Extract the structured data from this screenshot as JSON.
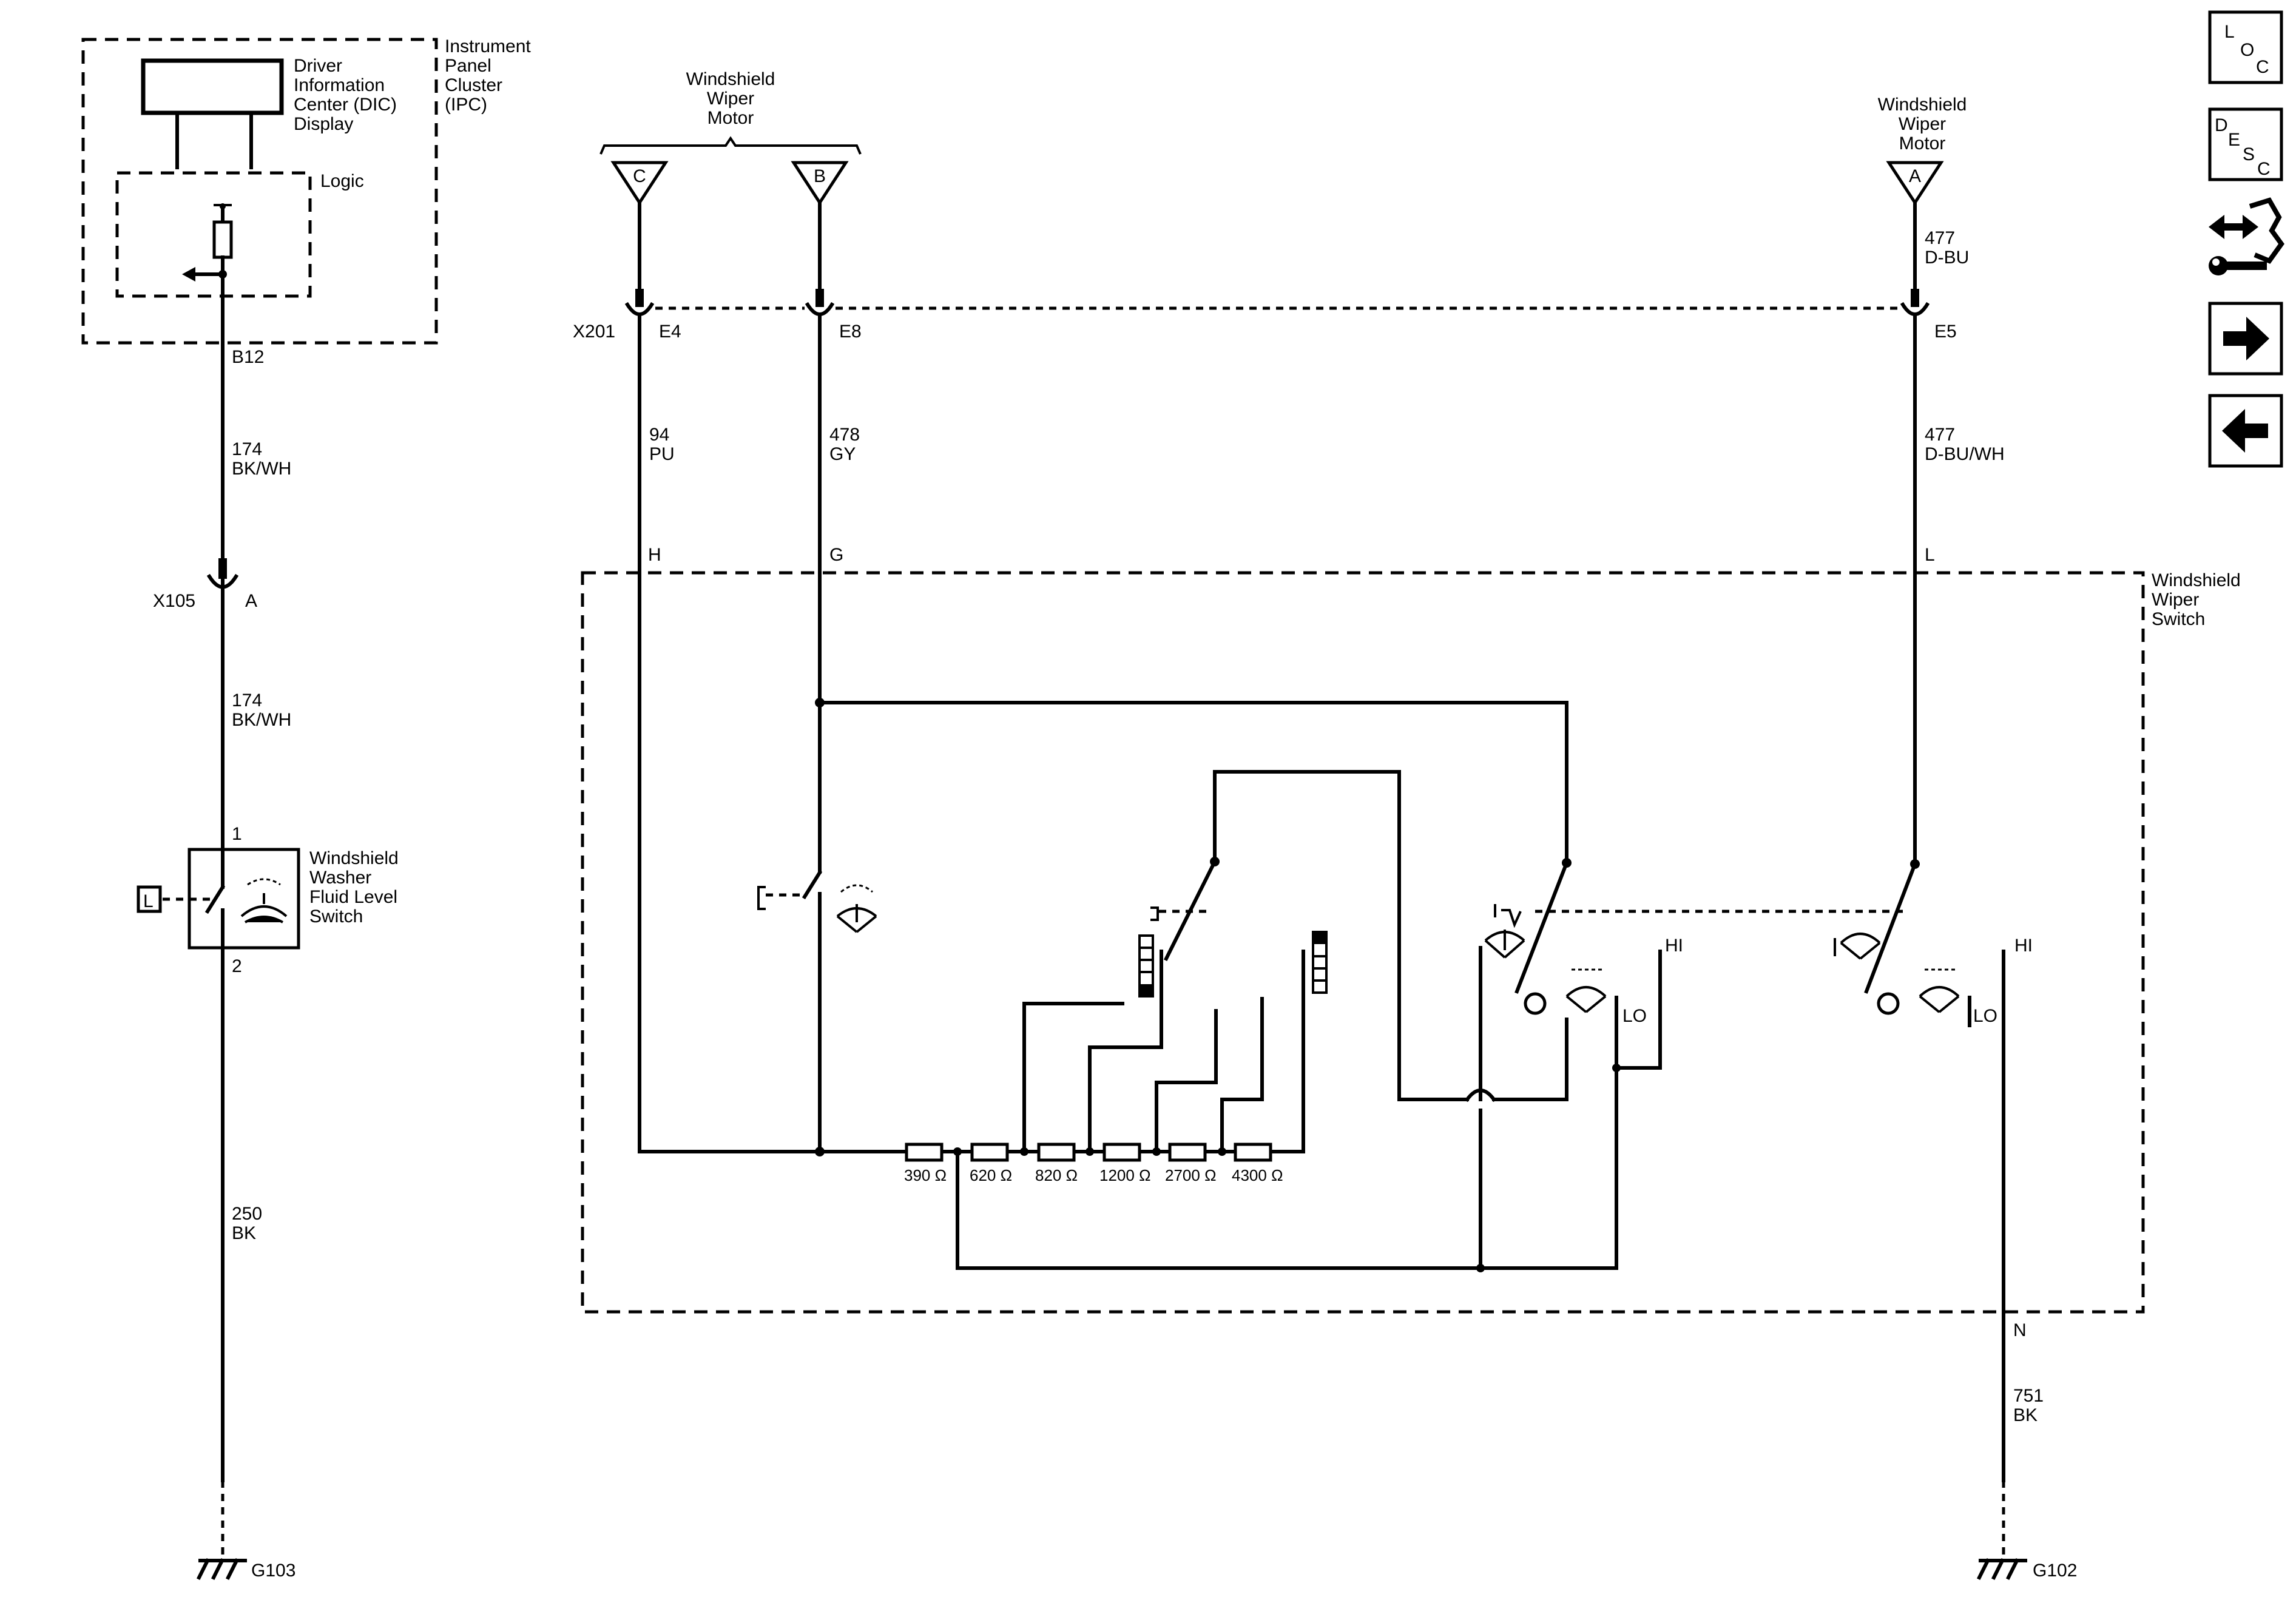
{
  "components": {
    "ipc": {
      "line1": "Instrument",
      "line2": "Panel",
      "line3": "Cluster",
      "line4": "(IPC)"
    },
    "dic": {
      "line1": "Driver",
      "line2": "Information",
      "line3": "Center (DIC)",
      "line4": "Display"
    },
    "logic": "Logic",
    "wiper_motor_cb": {
      "line1": "Windshield",
      "line2": "Wiper",
      "line3": "Motor"
    },
    "wiper_motor_a": {
      "line1": "Windshield",
      "line2": "Wiper",
      "line3": "Motor"
    },
    "wiper_switch": {
      "line1": "Windshield",
      "line2": "Wiper",
      "line3": "Switch"
    },
    "washer_switch": {
      "line1": "Windshield",
      "line2": "Washer",
      "line3": "Fluid Level",
      "line4": "Switch",
      "icon_label": "L"
    }
  },
  "terminals": {
    "motor_c": "C",
    "motor_b": "B",
    "motor_a": "A",
    "ipc_b12": "B12",
    "x201": "X201",
    "x201_e4": "E4",
    "x201_e8": "E8",
    "x201_e5": "E5",
    "x105": "X105",
    "x105_a": "A",
    "sw_h": "H",
    "sw_g": "G",
    "sw_l": "L",
    "sw_n": "N",
    "washer_1": "1",
    "washer_2": "2"
  },
  "wires": {
    "w174a_circuit": "174",
    "w174a_color": "BK/WH",
    "w174b_circuit": "174",
    "w174b_color": "BK/WH",
    "w250_circuit": "250",
    "w250_color": "BK",
    "w94_circuit": "94",
    "w94_color": "PU",
    "w478_circuit": "478",
    "w478_color": "GY",
    "w477a_circuit": "477",
    "w477a_color": "D-BU",
    "w477b_circuit": "477",
    "w477b_color": "D-BU/WH",
    "w751_circuit": "751",
    "w751_color": "BK"
  },
  "resistors": [
    {
      "label": "390 Ω"
    },
    {
      "label": "620 Ω"
    },
    {
      "label": "820 Ω"
    },
    {
      "label": "1200 Ω"
    },
    {
      "label": "2700 Ω"
    },
    {
      "label": "4300 Ω"
    }
  ],
  "switch_positions": {
    "hi_1": "HI",
    "lo_1": "LO",
    "hi_2": "HI",
    "lo_2": "LO"
  },
  "grounds": {
    "g103": "G103",
    "g102": "G102"
  },
  "nav": {
    "loc": {
      "l": "L",
      "o": "O",
      "c": "C"
    },
    "desc": {
      "d": "D",
      "e": "E",
      "s": "S",
      "c": "C"
    }
  }
}
